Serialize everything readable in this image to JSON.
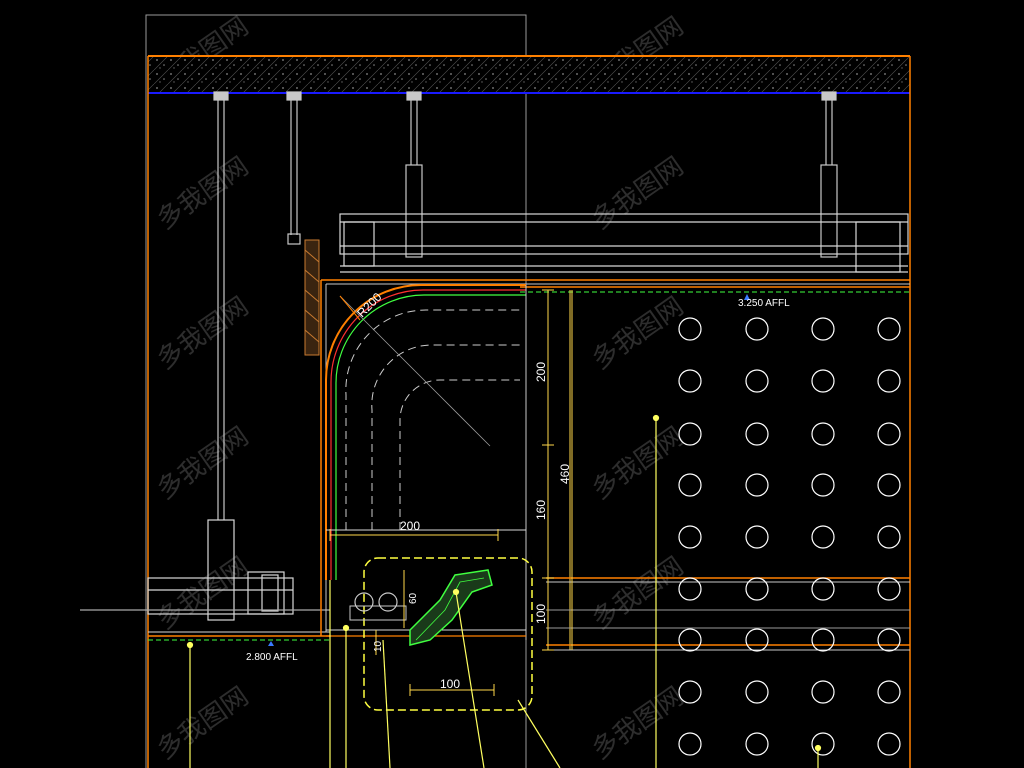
{
  "drawing": {
    "title": "",
    "colors": {
      "background": "#000000",
      "slab_outline": "#ff8000",
      "slab_soffit": "#1a1aff",
      "hanger": "#c8c8c8",
      "channel": "#d8d8d8",
      "finish_orange": "#ff8000",
      "finish_green": "#40ff40",
      "finish_red": "#ff3030",
      "dashed": "#cccccc",
      "dimension": "#ffd84a",
      "leader": "#ffff60",
      "panel_dots": "#ffffff",
      "cove_profile": "#40ff40",
      "detail_bubble": "#ffff40"
    },
    "dimensions": {
      "radius_label": "R200",
      "width_200": "200",
      "height_200": "200",
      "height_460": "460",
      "height_160": "160",
      "height_100": "100",
      "width_100": "100",
      "small_60": "60",
      "small_10": "10"
    },
    "levels": {
      "ceiling_upper": "3.250 AFFL",
      "ceiling_lower": "2.800 AFFL"
    },
    "watermark": {
      "text": "多我图网",
      "count_note": ""
    }
  }
}
